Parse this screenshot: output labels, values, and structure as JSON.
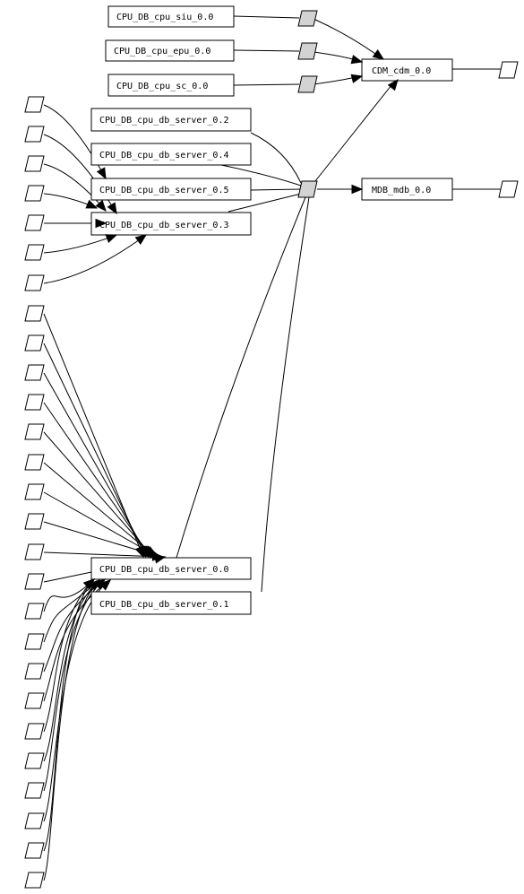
{
  "nodes": {
    "cpu_siu": "CPU_DB_cpu_siu_0.0",
    "cpu_epu": "CPU_DB_cpu_epu_0.0",
    "cpu_sc": "CPU_DB_cpu_sc_0.0",
    "cdm": "CDM_cdm_0.0",
    "db_server_2": "CPU_DB_cpu_db_server_0.2",
    "db_server_4": "CPU_DB_cpu_db_server_0.4",
    "db_server_5": "CPU_DB_cpu_db_server_0.5",
    "db_server_3": "CPU_DB_cpu_db_server_0.3",
    "mdb": "MDB_mdb_0.0",
    "db_server_0": "CPU_DB_cpu_db_server_0.0",
    "db_server_1": "CPU_DB_cpu_db_server_0.1"
  },
  "colors": {
    "junction_fill": "#d3d3d3",
    "port_fill": "#ffffff",
    "stroke": "#000000"
  }
}
